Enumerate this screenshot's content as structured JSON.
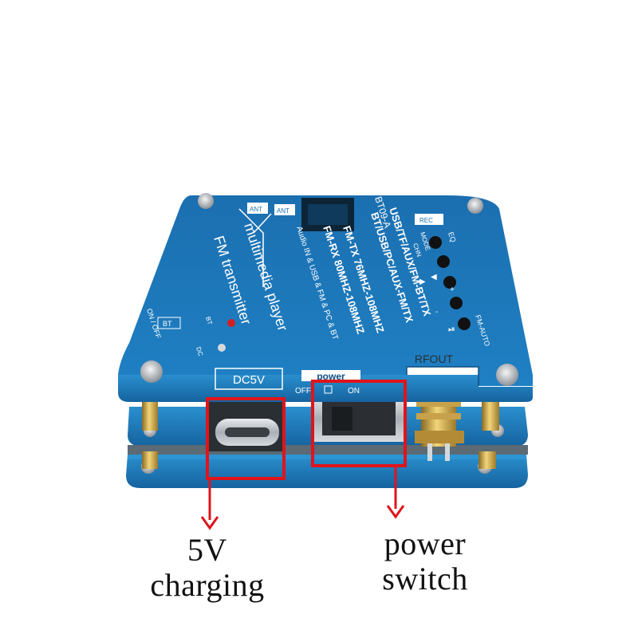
{
  "board": {
    "model": "BT09-A",
    "modes": [
      "USB/TF/AUX/FM-BT/TX",
      "BT/USB/PC/AUX-FM/TX"
    ],
    "freq_tx": "FM-TX 76MHZ-108MHZ",
    "freq_rx": "FM-RX 80MHZ-108MHZ",
    "audio_in": "Audio IN & USB & FM & PC & BT",
    "player_label": "multimedia player",
    "product": "FM transmitter",
    "bt_button": "BT",
    "on_off": "ON / OFF",
    "ant_labels": [
      "ANT",
      "ANT"
    ],
    "rec_label": "REC",
    "buttons": [
      "EQ",
      "MODE",
      "CHN",
      "◀",
      "▶",
      "+",
      "-",
      "⏯",
      "FM-AUTO"
    ],
    "led_labels": [
      "BT",
      "DC"
    ]
  },
  "ports": {
    "dc_label": "DC5V",
    "power_label": "power",
    "off_label": "OFF",
    "on_label": "ON",
    "rf_label": "RFOUT"
  },
  "callouts": {
    "charging": "5V\ncharging",
    "switch": "power\nswitch"
  },
  "colors": {
    "pcb": "#1c74b6",
    "silk": "#ffffff",
    "highlight": "#e0141b",
    "background": "#ffffff"
  }
}
